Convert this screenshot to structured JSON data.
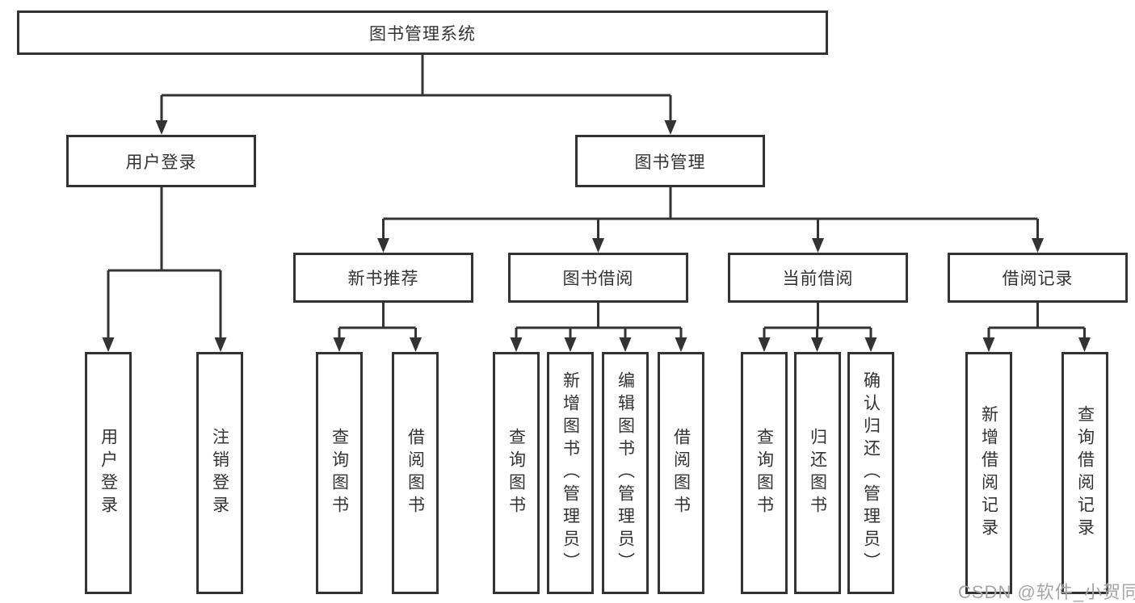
{
  "diagram": {
    "root": {
      "label": "图书管理系统"
    },
    "level2": {
      "user_login": {
        "label": "用户登录",
        "children": {
          "login": {
            "label": "用户登录"
          },
          "logout": {
            "label": "注销登录"
          }
        }
      },
      "book_mgmt": {
        "label": "图书管理",
        "children": {
          "new_books": {
            "label": "新书推荐",
            "children": {
              "search": {
                "label": "查询图书"
              },
              "borrow": {
                "label": "借阅图书"
              }
            }
          },
          "book_borrow": {
            "label": "图书借阅",
            "children": {
              "search": {
                "label": "查询图书"
              },
              "add": {
                "label": "新增图书（管理员）"
              },
              "edit": {
                "label": "编辑图书（管理员）"
              },
              "borrow": {
                "label": "借阅图书"
              }
            }
          },
          "current_borrow": {
            "label": "当前借阅",
            "children": {
              "search": {
                "label": "查询图书"
              },
              "return": {
                "label": "归还图书"
              },
              "confirm": {
                "label": "确认归还（管理员）"
              }
            }
          },
          "borrow_records": {
            "label": "借阅记录",
            "children": {
              "add": {
                "label": "新增借阅记录"
              },
              "search": {
                "label": "查询借阅记录"
              }
            }
          }
        }
      }
    }
  },
  "watermark": {
    "text": "CSDN @软件_小贺同学"
  },
  "colors": {
    "line": "#333333",
    "text": "#333333",
    "box_bg": "#ffffff",
    "watermark": "#a6a6a6"
  }
}
